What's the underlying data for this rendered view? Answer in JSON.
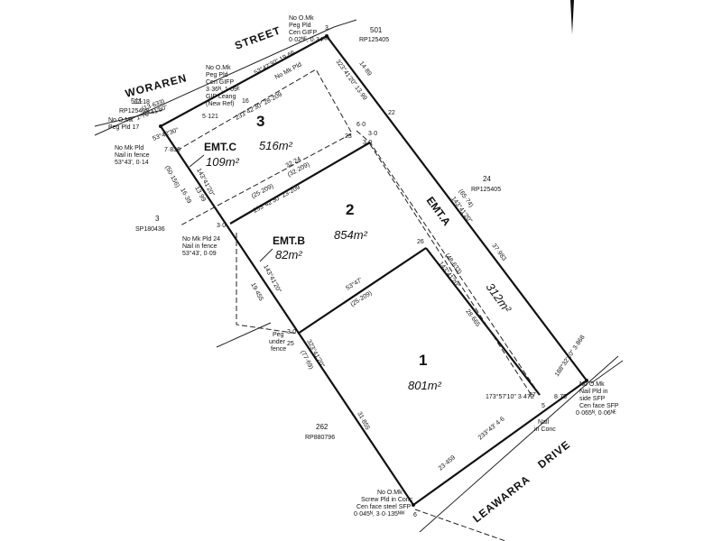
{
  "streets": {
    "woraren": "WORAREN",
    "street": "STREET",
    "leawarra": "LEAWARRA",
    "drive": "DRIVE"
  },
  "lots": {
    "lot1": {
      "number": "1",
      "area": "801m²"
    },
    "lot2": {
      "number": "2",
      "area": "854m²"
    },
    "lot3": {
      "number": "3",
      "area": "516m²"
    }
  },
  "easements": {
    "a": {
      "label": "EMT.A",
      "area": "312m²"
    },
    "b": {
      "label": "EMT.B",
      "area": "82m²"
    },
    "c": {
      "label": "EMT.C",
      "area": "109m²"
    }
  },
  "adjoining": {
    "lot501": "501",
    "rp501": "RP125405",
    "lot24": "24",
    "rp24": "RP125405",
    "lot511": "511",
    "rp511": "RP125408",
    "lot3": "3",
    "sp3": "SP180436",
    "lot262": "262",
    "rp262": "RP880796"
  },
  "notes": {
    "top_mark": [
      "No O.Mk",
      "Peg Pld",
      "Cen GIFP",
      "0·02ᴺᴱ, 0·34ᴺᵂ"
    ],
    "woraren_mark": [
      "No O.Mk",
      "Peg Pld",
      "Cen GIFP",
      "3·36ᴺ, 1·09ᴱ",
      "GIP Leang",
      "(New Ref)"
    ],
    "left_mark": [
      "No O.Mk",
      "Peg Pld 17"
    ],
    "left_fence": [
      "No Mk Pld",
      "Nail in fence",
      "53°43', 0·14"
    ],
    "mid_fence": [
      "No Mk Pld 24",
      "Nail in fence",
      "53°43', 0·09"
    ],
    "peg_fence": [
      "Peg",
      "under",
      "fence"
    ],
    "right_mark": [
      "No O.Mk",
      "Nail Pld in",
      "side SFP",
      "Cen face SFP",
      "0·065ᴺ, 0·06ᴺᴱ"
    ],
    "nail_conc": [
      "Nail",
      "in Conc"
    ],
    "bottom_mark": [
      "No O.Mk",
      "Screw Pld in Conc",
      "Cen face steel SFP",
      "0·045ᴺ, 3·0·135ᴺᵂ"
    ],
    "no_mk_pld": "No Mk Pld"
  },
  "dims": {
    "d1": "53°42'30\" 19·66",
    "d2": "233°42'30\" 28·209",
    "d3": "323°41'20\" 13·99",
    "d4": "14·89",
    "d5": "1·76°41'50\"",
    "d6": "(13·633)",
    "d7": "53°42'30\"",
    "d8": "7·836",
    "d9": "5·121",
    "d10": "(50·156)",
    "d11": "16·39",
    "d12": "143°41'20\"",
    "d13": "13·99",
    "d14": "(25·209)",
    "d15": "233°42'30\" 23·209",
    "d16": "(32·209)",
    "d17": "32·24",
    "d18": "(65·74)",
    "d19": "143°41'20\"",
    "d20": "37·983",
    "d21": "(48·633)",
    "d22": "143°41'20\"",
    "d23": "28·665",
    "d24": "53°47'",
    "d25": "(25·209)",
    "d26": "143°41'20\"",
    "d27": "19·455",
    "d28": "323°41'20\"",
    "d29": "(77·69)",
    "d30": "31·855",
    "d31": "173°57'10\" 3·472",
    "d32": "188°32'10\" 3·868",
    "d33": "8·75",
    "d34": "23·459",
    "d35": "233°43' 4·6",
    "off1": "3·0",
    "off2": "3·0",
    "off3": "3·0",
    "off4": "6·0",
    "off5": "3·0"
  },
  "stations": [
    "3",
    "22",
    "23",
    "26",
    "16",
    "25",
    "27",
    "5",
    "6",
    "17-18"
  ]
}
